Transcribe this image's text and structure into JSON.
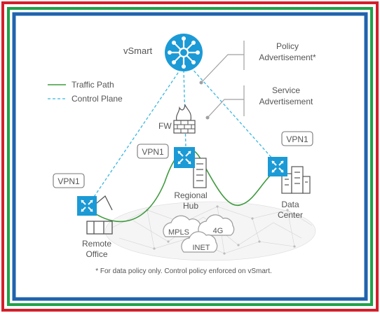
{
  "frame": {
    "outer_color": "#d21f2b",
    "middle_color": "#1fa24a",
    "inner_color": "#1f63ae"
  },
  "colors": {
    "traffic": "#3e9a3e",
    "control": "#39b6e0",
    "device": "#1b9ad6",
    "text": "#555555",
    "cloud_edge": "#b5b5b5"
  },
  "legend": {
    "traffic_path": "Traffic Path",
    "control_plane": "Control Plane"
  },
  "controller": {
    "label": "vSmart"
  },
  "annotations": {
    "policy_line1": "Policy",
    "policy_line2": "Advertisement*",
    "service_line1": "Service",
    "service_line2": "Advertisement"
  },
  "firewall": {
    "label": "FW"
  },
  "sites": {
    "hub": {
      "vpn": "VPN1",
      "line1": "Regional",
      "line2": "Hub"
    },
    "remote": {
      "vpn": "VPN1",
      "line1": "Remote",
      "line2": "Office"
    },
    "datacenter": {
      "vpn": "VPN1",
      "line1": "Data",
      "line2": "Center"
    }
  },
  "transports": {
    "mpls": "MPLS",
    "lte": "4G",
    "inet": "INET"
  },
  "footnote": "* For data policy only. Control policy enforced on vSmart."
}
